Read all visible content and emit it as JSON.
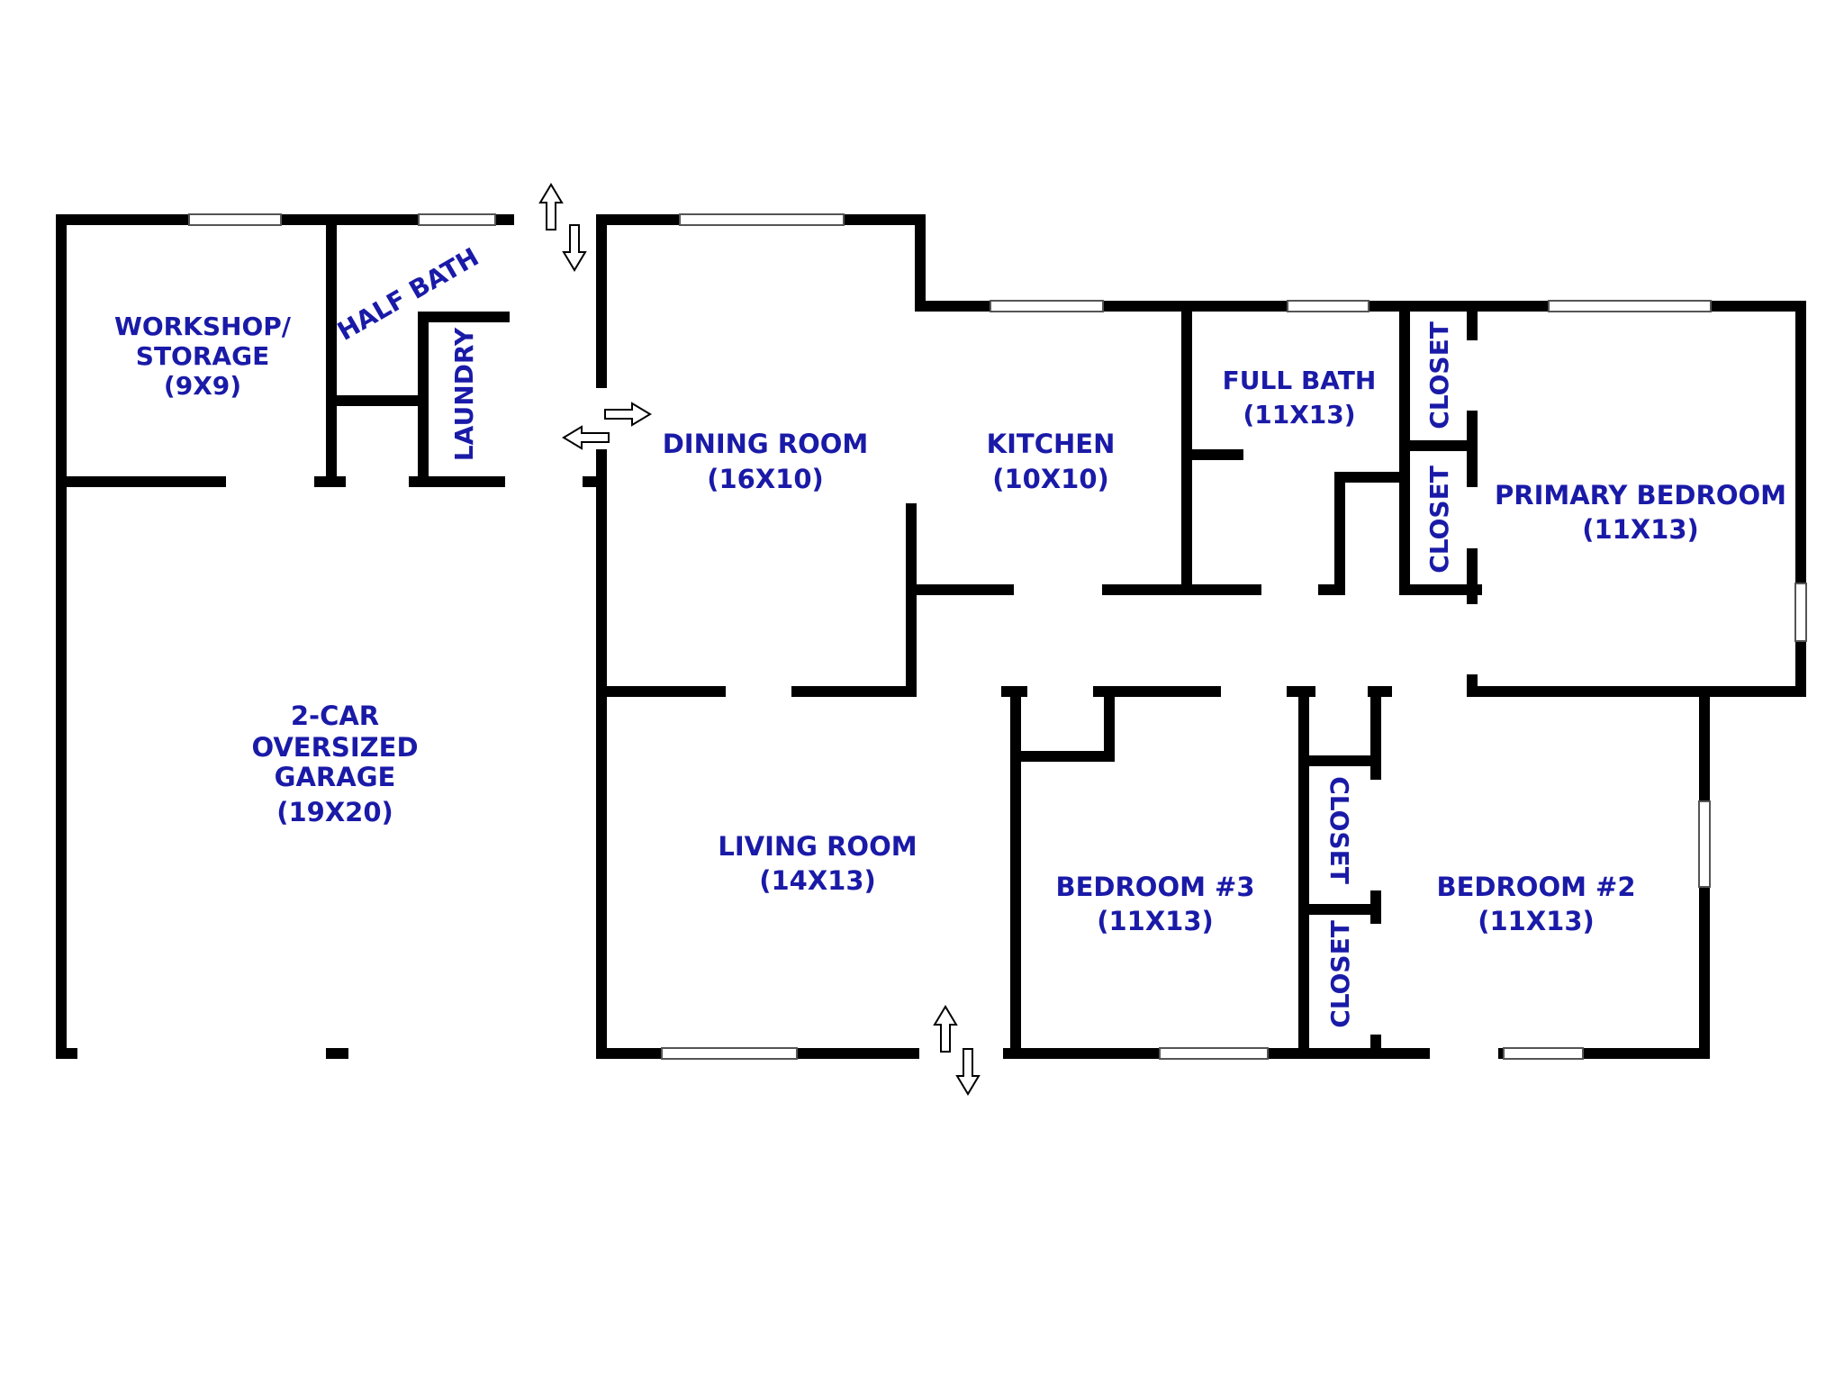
{
  "colors": {
    "wall": "#000000",
    "label": "#1a1aa8",
    "window": "#d9d9d9",
    "background": "#ffffff"
  },
  "rooms": {
    "workshop": {
      "line1": "WORKSHOP/",
      "line2": "STORAGE",
      "dims": "(9X9)"
    },
    "half_bath": {
      "name": "HALF BATH"
    },
    "laundry": {
      "name": "LAUNDRY"
    },
    "garage": {
      "line1": "2-CAR",
      "line2": "OVERSIZED",
      "line3": "GARAGE",
      "dims": "(19X20)"
    },
    "dining": {
      "name": "DINING ROOM",
      "dims": "(16X10)"
    },
    "kitchen": {
      "name": "KITCHEN",
      "dims": "(10X10)"
    },
    "full_bath": {
      "name": "FULL BATH",
      "dims": "(11X13)"
    },
    "closet_top": {
      "name": "CLOSET"
    },
    "closet_mid": {
      "name": "CLOSET"
    },
    "primary": {
      "name": "PRIMARY BEDROOM",
      "dims": "(11X13)"
    },
    "living": {
      "name": "LIVING ROOM",
      "dims": "(14X13)"
    },
    "bedroom3": {
      "name": "BEDROOM #3",
      "dims": "(11X13)"
    },
    "closet_b1": {
      "name": "CLOSET"
    },
    "closet_b2": {
      "name": "CLOSET"
    },
    "bedroom2": {
      "name": "BEDROOM #2",
      "dims": "(11X13)"
    }
  }
}
